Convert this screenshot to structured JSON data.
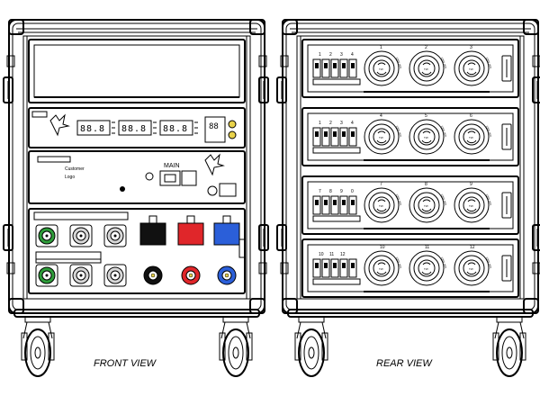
{
  "views": [
    {
      "id": "front",
      "caption": "FRONT VIEW"
    },
    {
      "id": "rear",
      "caption": "REAR VIEW"
    }
  ],
  "front": {
    "customer_logo_text": "Customer\nLogo",
    "main_label": "MAIN",
    "meter_readouts": [
      "88.8",
      "88.8",
      "88.8"
    ],
    "connector_colors": {
      "green": "#2e9d3a",
      "red": "#e0262a",
      "blue": "#2b5fd9",
      "black": "#111111",
      "nut_yellow": "#e8d24a"
    }
  },
  "rear": {
    "breaker_groups": [
      [
        "1",
        "2",
        "3",
        "4"
      ],
      [
        "1",
        "2",
        "3",
        "4"
      ],
      [
        "7",
        "8",
        "9",
        "0"
      ],
      [
        "10",
        "11",
        "12"
      ]
    ],
    "outlet_numbers": [
      [
        "1",
        "2",
        "3"
      ],
      [
        "4",
        "5",
        "6"
      ],
      [
        "7",
        "8",
        "9"
      ],
      [
        "10",
        "11",
        "12"
      ]
    ],
    "outlet_arc_text": "125V 20A",
    "outlet_face_text": "TW"
  }
}
